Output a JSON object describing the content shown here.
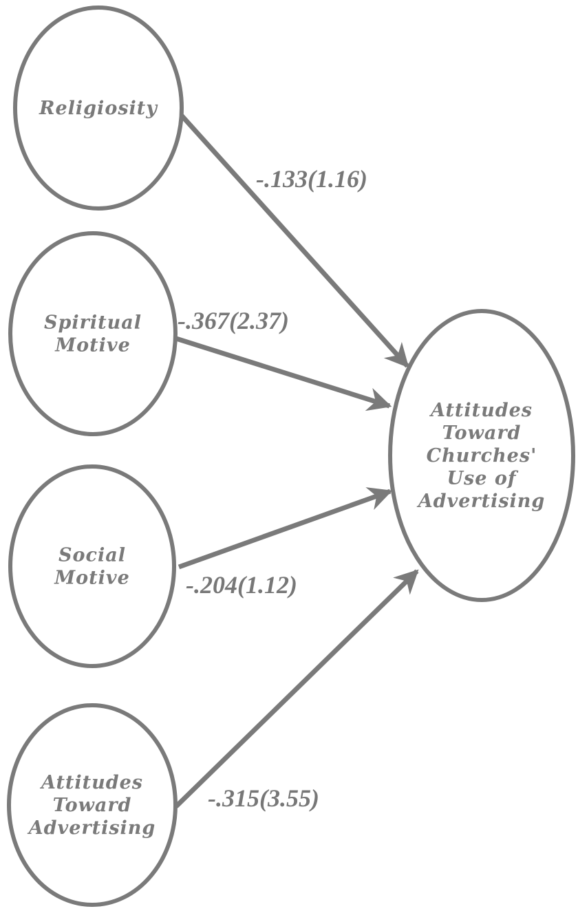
{
  "diagram": {
    "colors": {
      "stroke": "#7a7a7a",
      "text": "#777777"
    },
    "nodes": [
      {
        "id": "religiosity",
        "lines": [
          "Religiosity"
        ]
      },
      {
        "id": "spiritual",
        "lines": [
          "Spiritual",
          "Motive"
        ]
      },
      {
        "id": "social",
        "lines": [
          "Social",
          "Motive"
        ]
      },
      {
        "id": "att_adv",
        "lines": [
          "Attitudes",
          "Toward",
          "Advertising"
        ]
      },
      {
        "id": "target",
        "lines": [
          "Attitudes",
          "Toward",
          "Churches'",
          "Use of",
          "Advertising"
        ]
      }
    ],
    "edges": [
      {
        "from": "religiosity",
        "to": "target",
        "label": "-.133(1.16)"
      },
      {
        "from": "spiritual",
        "to": "target",
        "label": "-.367(2.37)"
      },
      {
        "from": "social",
        "to": "target",
        "label": "-.204(1.12)"
      },
      {
        "from": "att_adv",
        "to": "target",
        "label": "-.315(3.55)"
      }
    ]
  }
}
